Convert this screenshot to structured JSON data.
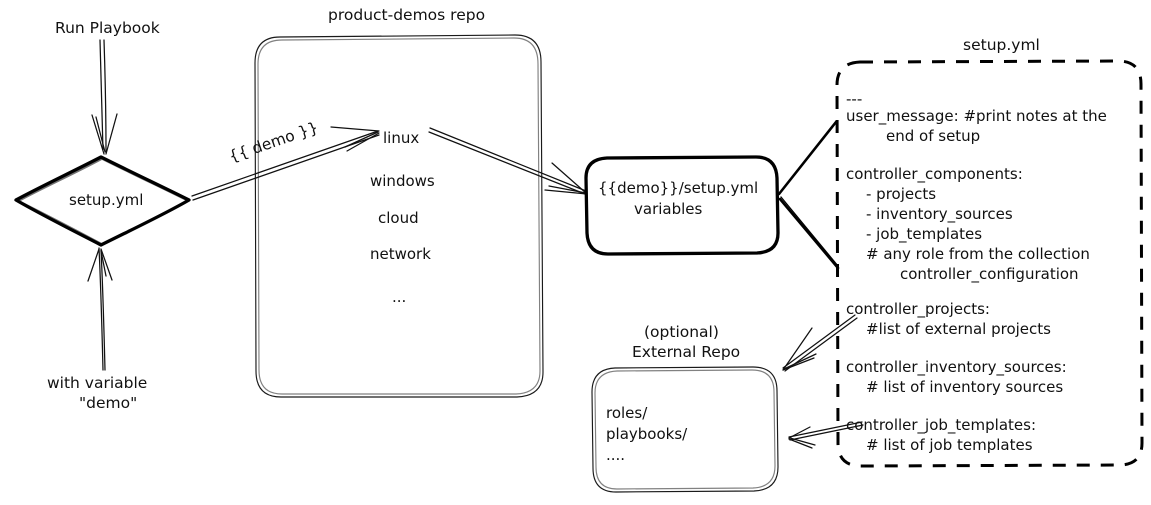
{
  "diagram": {
    "title": "product-demos setup.yml variables flow",
    "colors": {
      "ink": "#111111",
      "background": "#ffffff",
      "bold_stroke": "#000000"
    }
  },
  "entry": {
    "run_playbook_label": "Run Playbook",
    "with_variable_line1": "with variable",
    "with_variable_line2": "\"demo\"",
    "setup_node_label": "setup.yml"
  },
  "repo": {
    "title": "product-demos repo",
    "folders": [
      "linux",
      "windows",
      "cloud",
      "network",
      "..."
    ]
  },
  "edges": {
    "demo_var_label": "{{ demo }}"
  },
  "variables_box": {
    "line1": "{{demo}}/setup.yml",
    "line2": "variables"
  },
  "external_repo": {
    "title_line1": "(optional)",
    "title_line2": "External Repo",
    "contents": [
      "roles/",
      "playbooks/",
      "...."
    ]
  },
  "setup_panel": {
    "title": "setup.yml",
    "lines": [
      {
        "text": "---",
        "indent": 0
      },
      {
        "text": "user_message: #print notes at the",
        "indent": 0
      },
      {
        "text": "end of setup",
        "indent": 2
      },
      {
        "text": "",
        "indent": 0
      },
      {
        "text": "controller_components:",
        "indent": 0
      },
      {
        "text": "- projects",
        "indent": 1
      },
      {
        "text": "- inventory_sources",
        "indent": 1
      },
      {
        "text": "- job_templates",
        "indent": 1
      },
      {
        "text": "# any role from the collection",
        "indent": 1
      },
      {
        "text": "controller_configuration",
        "indent": 3
      },
      {
        "text": "",
        "indent": 0
      },
      {
        "text": "controller_projects:",
        "indent": 0
      },
      {
        "text": "#list of external projects",
        "indent": 1
      },
      {
        "text": "",
        "indent": 0
      },
      {
        "text": "controller_inventory_sources:",
        "indent": 0
      },
      {
        "text": "# list of inventory sources",
        "indent": 1
      },
      {
        "text": "",
        "indent": 0
      },
      {
        "text": "controller_job_templates:",
        "indent": 0
      },
      {
        "text": "# list of job templates",
        "indent": 1
      }
    ]
  }
}
